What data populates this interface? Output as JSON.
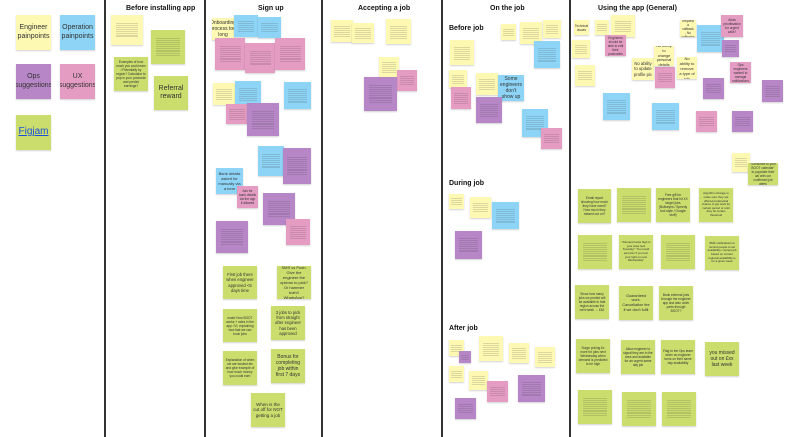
{
  "legend": {
    "engineer": "Engineer painpoints",
    "operation": "Operation painpoints",
    "ops": "Ops suggestions",
    "ux": "UX suggestions",
    "figjam": "Figjam"
  },
  "colors": {
    "engineer": "#fdf8b2",
    "operation": "#8dd4f6",
    "ops": "#b786c6",
    "ux": "#e59cc3",
    "suggestion": "#cbdd6c"
  },
  "sections": {
    "before_installing": "Before installing app",
    "sign_up": "Sign up",
    "accepting": "Accepting a job",
    "on_the_job": "On the job",
    "before_job": "Before job",
    "during_job": "During job",
    "after_job": "After job",
    "using_app": "Using the app (General)"
  },
  "before_installing": {
    "examples": "Examples of how much you could earn / Potentially by region? Calculator to pop in your postcode and predict earnings?",
    "referral": "Referral reward"
  },
  "sign_up": {
    "onboarding": "Onboarding process too long",
    "bank_form": "Bank details asked for manually via a form",
    "bank_app": "Ask for bank details via the app if allowed",
    "first_job": "First job there when engineer approved <5 days time",
    "sms_push": "SMS vs Push. Give the engineer the options to pick? Or hammer both!! WhatsApp?",
    "how_boot": "make How BOOT works + rates in the app. IVI, explaining how fast we can book jobs",
    "three_jobs": "3 jobs to pick from straight after engineer has been approved",
    "explanation": "Explanation of when we are busiest etc and give example of how much money you could earn",
    "bonus": "Bonus for completing job within first 7 days",
    "cut_off": "When is the cut off for NOT getting a job"
  },
  "on_the_job": {
    "no_show": "Some engineers don't show up"
  },
  "using_app": {
    "technical": "Technical issues",
    "edit_postcode": "Engineers should be able to edit their postcodes",
    "profile_pic": "No ability to update profile pic",
    "personal_details": "No ability to change personal details",
    "remove_job_type": "No ability to remove a type of job",
    "callback": "Request a callback - No callbacks",
    "prioritisation": "Allow prioritisation for urgent calls?",
    "notifications": "Ops engineers wanted to manage notifications",
    "subscribe": "\"Subscribe to your BOOT calendar\" to populate their cal with our confirmed job alerts",
    "email_report": "Email report showing how much they have earnt? How much they missed out on?",
    "free_gift": "Free gift for engineers that hit XX target jobs (Bullseyes / Speedy tool style / Google stuff)",
    "algorithm": "Algorithm change to make sure they are offered preferential chance to get work for certain period or until they hit certain threshold",
    "demand_high": "\"Demand looks high in your area next Tuesday\" \"You could earn £xx if you turn your light on next Wednesday\"",
    "sms_reminders": "SMS notifications to remind people to set availability / accept job based on current regional availability is for a given week",
    "show_jobs": "Show how many jobs we predict will be available in that region across the next week → £££",
    "guaranteed": "Guaranteed work. Cancellation fee if we don't fulfil",
    "external_jobs": "Book external jobs through the engineer app and also order parts through BOOT?",
    "surge": "Surge pricing £x more for jobs next Wednesday when demand is predicted to be high",
    "same_day_signal": "Allow engineer to signal they are in the area and available for an urgent same day job",
    "flag_ops": "Flag to the Ops team when an engineer turns on their same day availability",
    "missed_out": "you missed out on £xx last week"
  }
}
